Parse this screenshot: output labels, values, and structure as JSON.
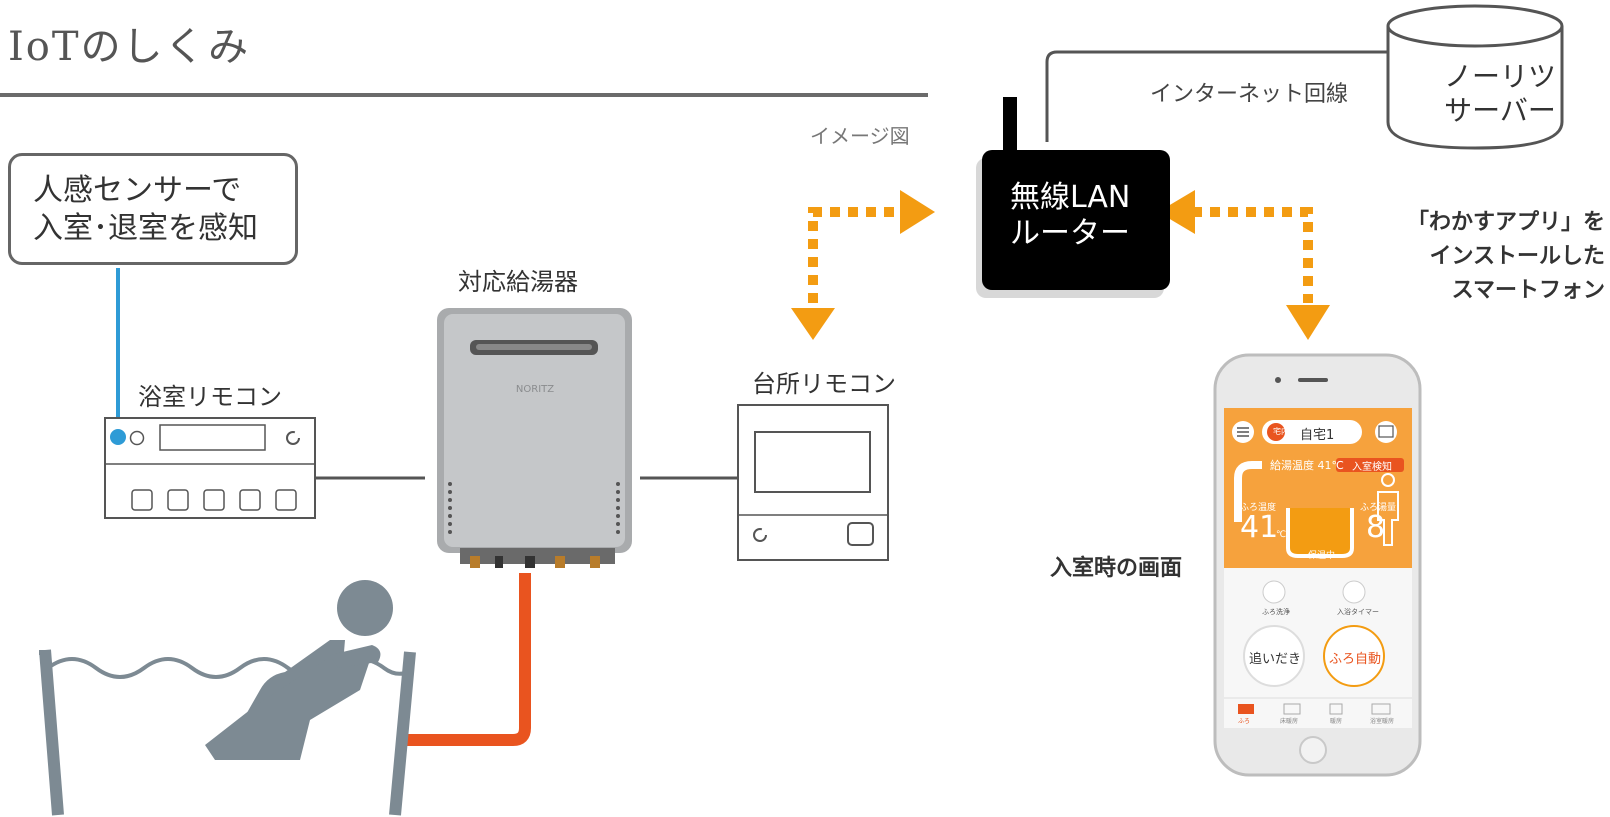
{
  "title": "IoTのしくみ",
  "image_note": "イメージ図",
  "sensor": {
    "line1": "人感センサーで",
    "line2": "入室･退室を感知"
  },
  "bath_remote": {
    "label": "浴室リモコン"
  },
  "water_heater": {
    "label": "対応給湯器",
    "brand": "NORITZ"
  },
  "kitchen_remote": {
    "label": "台所リモコン"
  },
  "router": {
    "line1": "無線LAN",
    "line2": "ルーター"
  },
  "internet": {
    "label": "インターネット回線"
  },
  "server": {
    "line1": "ノーリツ",
    "line2": "サーバー"
  },
  "smartphone": {
    "caption_line1": "「わかすアプリ」を",
    "caption_line2": "インストールした",
    "caption_line3": "スマートフォン",
    "screen_label": "入室時の画面",
    "app": {
      "home_label": "自宅1",
      "badge": "宅内",
      "supply_temp": "給湯温度 41℃",
      "entry_badge": "入室検知",
      "bath_temp_label": "ふろ温度",
      "bath_temp": "41",
      "bath_temp_unit": "℃",
      "bath_level_label": "ふろ湯量",
      "bath_level": "8",
      "status": "保温中",
      "clean_label": "ふろ洗浄",
      "timer_label": "入浴タイマー",
      "reheat_button": "追いだき",
      "auto_button": "ふろ自動",
      "nav_bath": "ふろ",
      "nav_floor": "床暖房",
      "nav_heat": "暖房",
      "nav_dry": "浴室暖房"
    }
  },
  "colors": {
    "arrow": "#f39c12",
    "pipe": "#e9541f",
    "sensor_line": "#2e9bd6",
    "app_orange": "#f6a23d",
    "person": "#7d8a93"
  }
}
